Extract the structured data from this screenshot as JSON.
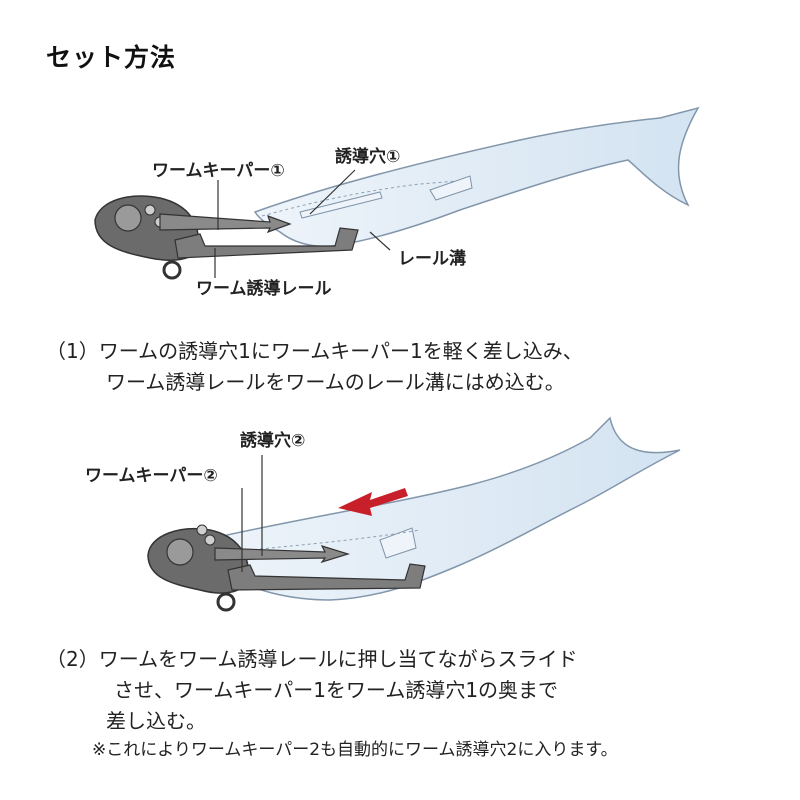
{
  "title": "セット方法",
  "figure1": {
    "labels": {
      "worm_keeper": "ワームキーパー①",
      "guide_hole": "誘導穴①",
      "rail_groove": "レール溝",
      "guide_rail": "ワーム誘導レール"
    }
  },
  "step1": {
    "lines": [
      "（1）ワームの誘導穴1にワームキーパー1を軽く差し込み、",
      "ワーム誘導レールをワームのレール溝にはめ込む。"
    ]
  },
  "figure2": {
    "labels": {
      "guide_hole": "誘導穴②",
      "worm_keeper": "ワームキーパー②"
    }
  },
  "step2": {
    "lines": [
      "（2）ワームをワーム誘導レールに押し当てながらスライド",
      "させ、ワームキーパー1をワーム誘導穴1の奥まで",
      "差し込む。"
    ],
    "note": "※これによりワームキーパー2も自動的にワーム誘導穴2に入ります。"
  },
  "colors": {
    "worm_fill": "#dbe8f3",
    "worm_stroke": "#7f93a8",
    "jig_fill": "#6d6d6d",
    "arrow_red": "#c8202a"
  }
}
